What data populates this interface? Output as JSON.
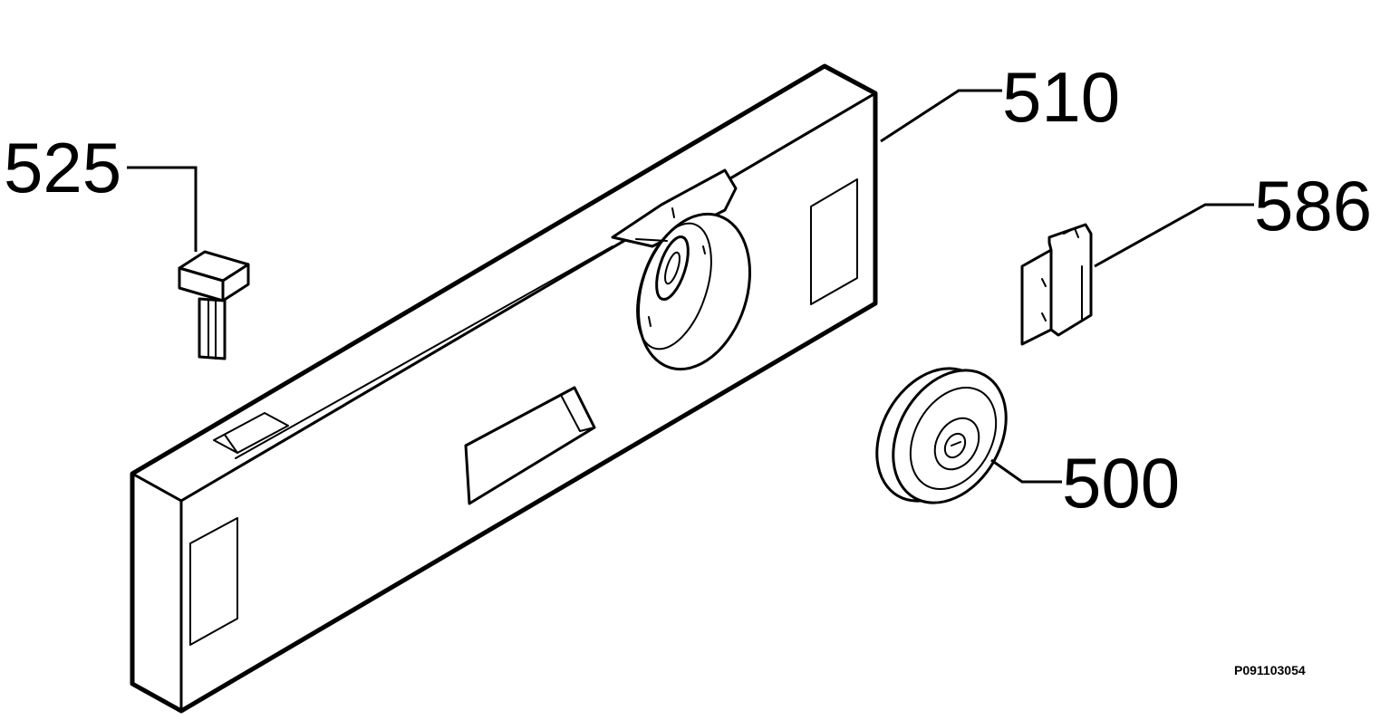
{
  "diagram": {
    "callouts": [
      {
        "id": "510",
        "label": "510"
      },
      {
        "id": "525",
        "label": "525"
      },
      {
        "id": "586",
        "label": "586"
      },
      {
        "id": "500",
        "label": "500"
      }
    ],
    "reference_code": "P091103054",
    "colors": {
      "line": "#000000",
      "background": "#ffffff"
    }
  }
}
